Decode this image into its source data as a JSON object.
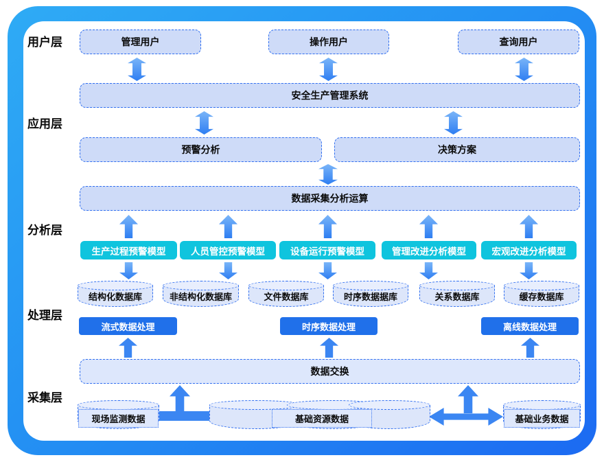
{
  "layers": {
    "user": "用户层",
    "application": "应用层",
    "analysis": "分析层",
    "processing": "处理层",
    "collection": "采集层"
  },
  "user_boxes": [
    "管理用户",
    "操作用户",
    "查询用户"
  ],
  "system_box": "安全生产管理系统",
  "app_boxes": [
    "预警分析",
    "决策方案"
  ],
  "compute_box": "数据采集分析运算",
  "model_boxes": [
    "生产过程预警模型",
    "人员管控预警模型",
    "设备运行预警模型",
    "管理改进分析模型",
    "宏观改进分析模型"
  ],
  "databases": [
    "结构化数据库",
    "非结构化数据库",
    "文件数据库",
    "时序数据据库",
    "关系数据库",
    "缓存数据库"
  ],
  "processing_boxes": [
    "流式数据处理",
    "时序数据处理",
    "离线数据处理"
  ],
  "exchange_box": "数据交换",
  "source_data": [
    "现场监测数据",
    "基础资源数据",
    "基础业务数据"
  ],
  "colors": {
    "frame_gradient_start": "#2fabf5",
    "frame_gradient_end": "#1c6af2",
    "box_fill": "#cedbf8",
    "box_border": "#2f6ef0",
    "model_teal": "#0fc4de",
    "processing_blue": "#2070ea",
    "arrow_blue": "#3b86f2",
    "text_dark": "#0a0a0a",
    "text_light": "#ffffff"
  }
}
